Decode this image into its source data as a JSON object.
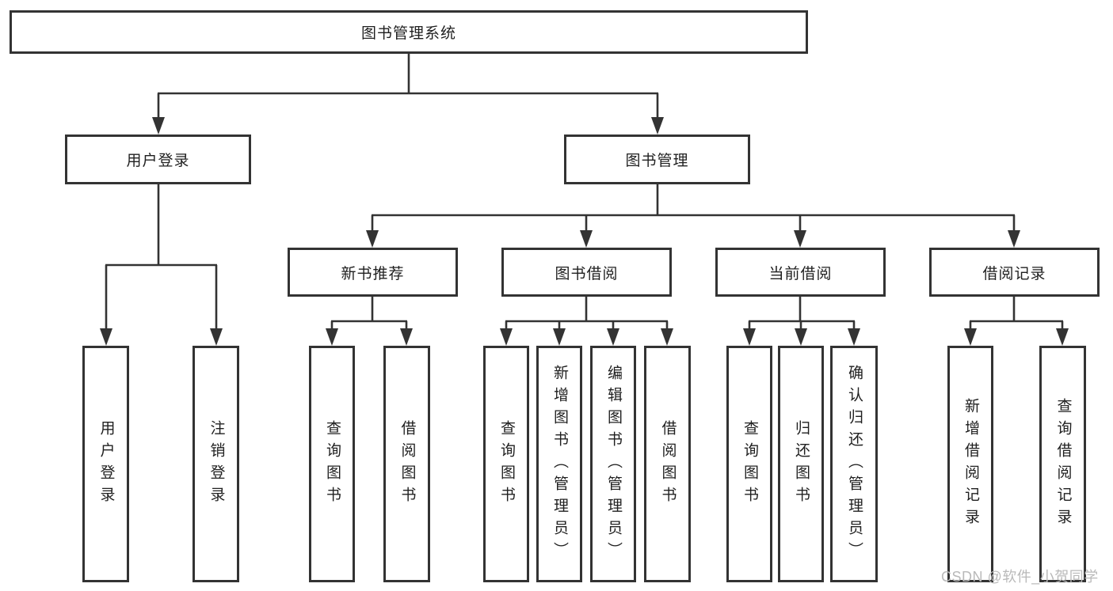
{
  "diagram": {
    "root": {
      "label": "图书管理系统"
    },
    "branches": [
      {
        "label": "用户登录",
        "children": [
          {
            "label": "用户登录"
          },
          {
            "label": "注销登录"
          }
        ]
      },
      {
        "label": "图书管理",
        "children": [
          {
            "label": "新书推荐",
            "children": [
              {
                "label": "查询图书"
              },
              {
                "label": "借阅图书"
              }
            ]
          },
          {
            "label": "图书借阅",
            "children": [
              {
                "label": "查询图书"
              },
              {
                "label": "新增图书（管理员）"
              },
              {
                "label": "编辑图书（管理员）"
              },
              {
                "label": "借阅图书"
              }
            ]
          },
          {
            "label": "当前借阅",
            "children": [
              {
                "label": "查询图书"
              },
              {
                "label": "归还图书"
              },
              {
                "label": "确认归还（管理员）"
              }
            ]
          },
          {
            "label": "借阅记录",
            "children": [
              {
                "label": "新增借阅记录"
              },
              {
                "label": "查询借阅记录"
              }
            ]
          }
        ]
      }
    ],
    "watermark": "CSDN @软件_小贺同学",
    "colors": {
      "line": "#333333",
      "text": "#1f1f1f",
      "background": "#ffffff",
      "watermark": "#b9b9b9"
    }
  }
}
